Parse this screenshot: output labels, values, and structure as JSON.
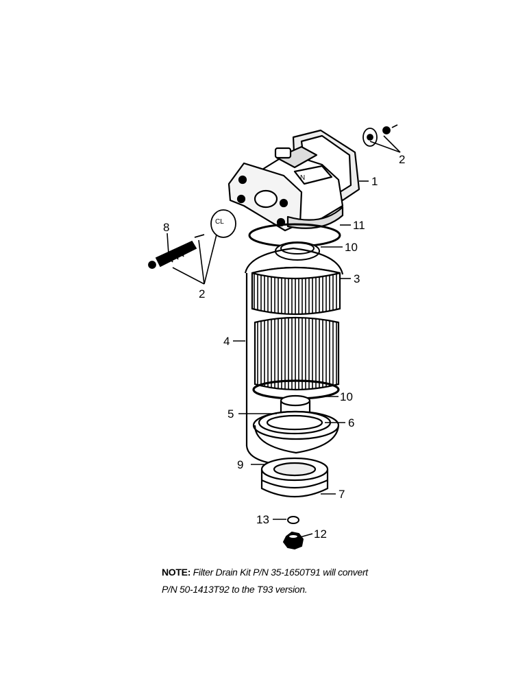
{
  "note": {
    "lead": "NOTE:",
    "line1": "Filter Drain Kit P/N 35-1650T91 will convert",
    "line2": "P/N 50-1413T92 to the T93 version."
  },
  "callouts": [
    {
      "id": "c1",
      "label": "1"
    },
    {
      "id": "c2a",
      "label": "2"
    },
    {
      "id": "c2b",
      "label": "2"
    },
    {
      "id": "c3",
      "label": "3"
    },
    {
      "id": "c4",
      "label": "4"
    },
    {
      "id": "c5",
      "label": "5"
    },
    {
      "id": "c6",
      "label": "6"
    },
    {
      "id": "c7",
      "label": "7"
    },
    {
      "id": "c8",
      "label": "8"
    },
    {
      "id": "c9",
      "label": "9"
    },
    {
      "id": "c10a",
      "label": "10"
    },
    {
      "id": "c10b",
      "label": "10"
    },
    {
      "id": "c11",
      "label": "11"
    },
    {
      "id": "c12",
      "label": "12"
    },
    {
      "id": "c13",
      "label": "13"
    }
  ]
}
